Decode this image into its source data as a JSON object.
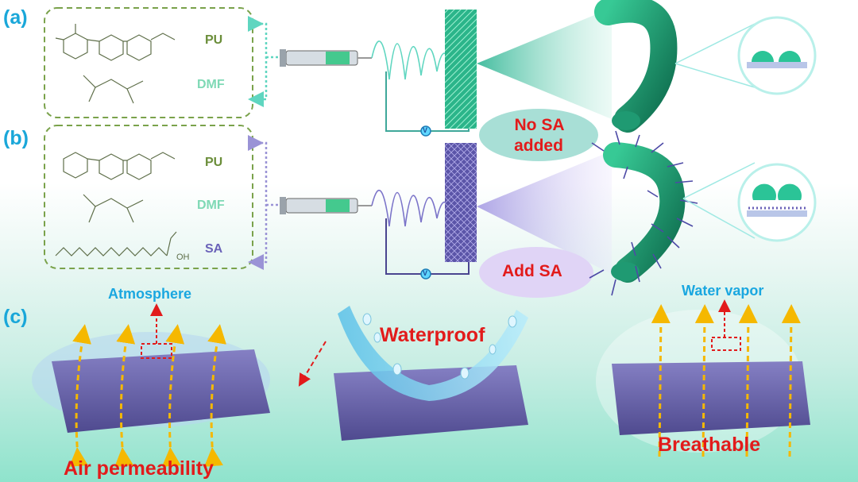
{
  "panels": {
    "a": "(a)",
    "b": "(b)",
    "c": "(c)"
  },
  "chemicals": {
    "pu_a": "PU",
    "dmf_a": "DMF",
    "pu_b": "PU",
    "dmf_b": "DMF",
    "sa_b": "SA"
  },
  "circuit": {
    "voltage_a": "V",
    "voltage_b": "V"
  },
  "bubbles": {
    "no_sa_line1": "No SA",
    "no_sa_line2": "added",
    "add_sa": "Add SA"
  },
  "labels": {
    "atmosphere": "Atmosphere",
    "water_vapor": "Water vapor",
    "waterproof": "Waterproof",
    "air_permeability": "Air permeability",
    "breathable": "Breathable",
    "oh": "OH"
  },
  "colors": {
    "panel_label": "#1aa7d9",
    "fiber_green": "#1f8f6a",
    "fiber_purple": "#6a62b8",
    "arrow_orange": "#f5b800",
    "text_red": "#e21b1b",
    "dash_green": "#7aa24b"
  }
}
